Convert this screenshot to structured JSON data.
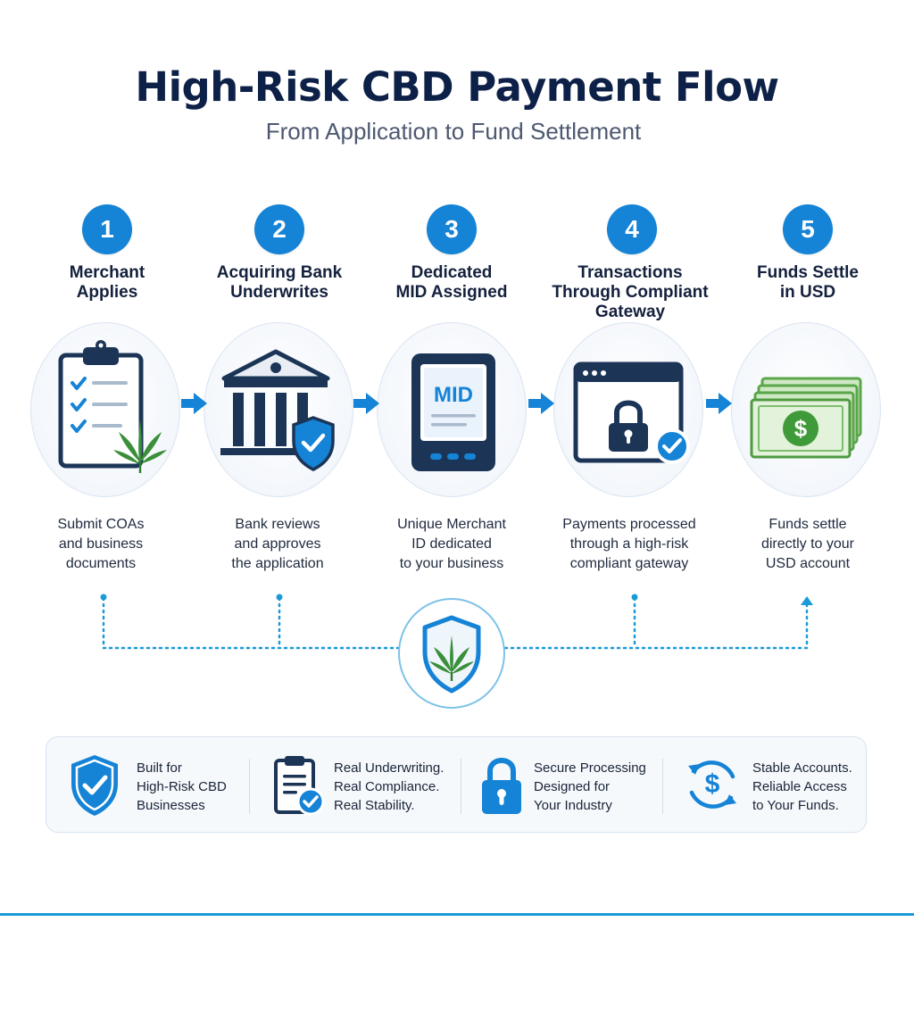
{
  "title": "High-Risk CBD Payment Flow",
  "subtitle": "From Application to Fund Settlement",
  "colors": {
    "accent": "#1583d6",
    "navy": "#1c3557",
    "leaf_green": "#3a8f3a",
    "money_green": "#5aa64a"
  },
  "steps": [
    {
      "number": "1",
      "title": "Merchant\nApplies",
      "description": "Submit COAs\nand business\ndocuments",
      "icon": "clipboard-checklist-cannabis-icon"
    },
    {
      "number": "2",
      "title": "Acquiring Bank\nUnderwrites",
      "description": "Bank reviews\nand approves\nthe application",
      "icon": "bank-shield-icon"
    },
    {
      "number": "3",
      "title": "Dedicated\nMID Assigned",
      "description": "Unique Merchant\nID dedicated\nto your business",
      "icon": "mid-terminal-icon",
      "icon_text": "MID"
    },
    {
      "number": "4",
      "title": "Transactions\nThrough Compliant\nGateway",
      "description": "Payments processed\nthrough a high-risk\ncompliant gateway",
      "icon": "browser-lock-icon"
    },
    {
      "number": "5",
      "title": "Funds Settle\nin USD",
      "description": "Funds settle\ndirectly to your\nUSD account",
      "icon": "cash-stack-icon",
      "icon_text": "$"
    }
  ],
  "center_icon": "cannabis-shield-icon",
  "benefits": [
    {
      "text": "Built for\nHigh-Risk CBD\nBusinesses",
      "icon": "shield-check-icon"
    },
    {
      "text": "Real Underwriting.\nReal Compliance.\nReal Stability.",
      "icon": "clipboard-check-icon"
    },
    {
      "text": "Secure Processing\nDesigned for\nYour Industry",
      "icon": "padlock-icon"
    },
    {
      "text": "Stable Accounts.\nReliable Access\nto Your Funds.",
      "icon": "dollar-cycle-icon",
      "icon_text": "$"
    }
  ]
}
